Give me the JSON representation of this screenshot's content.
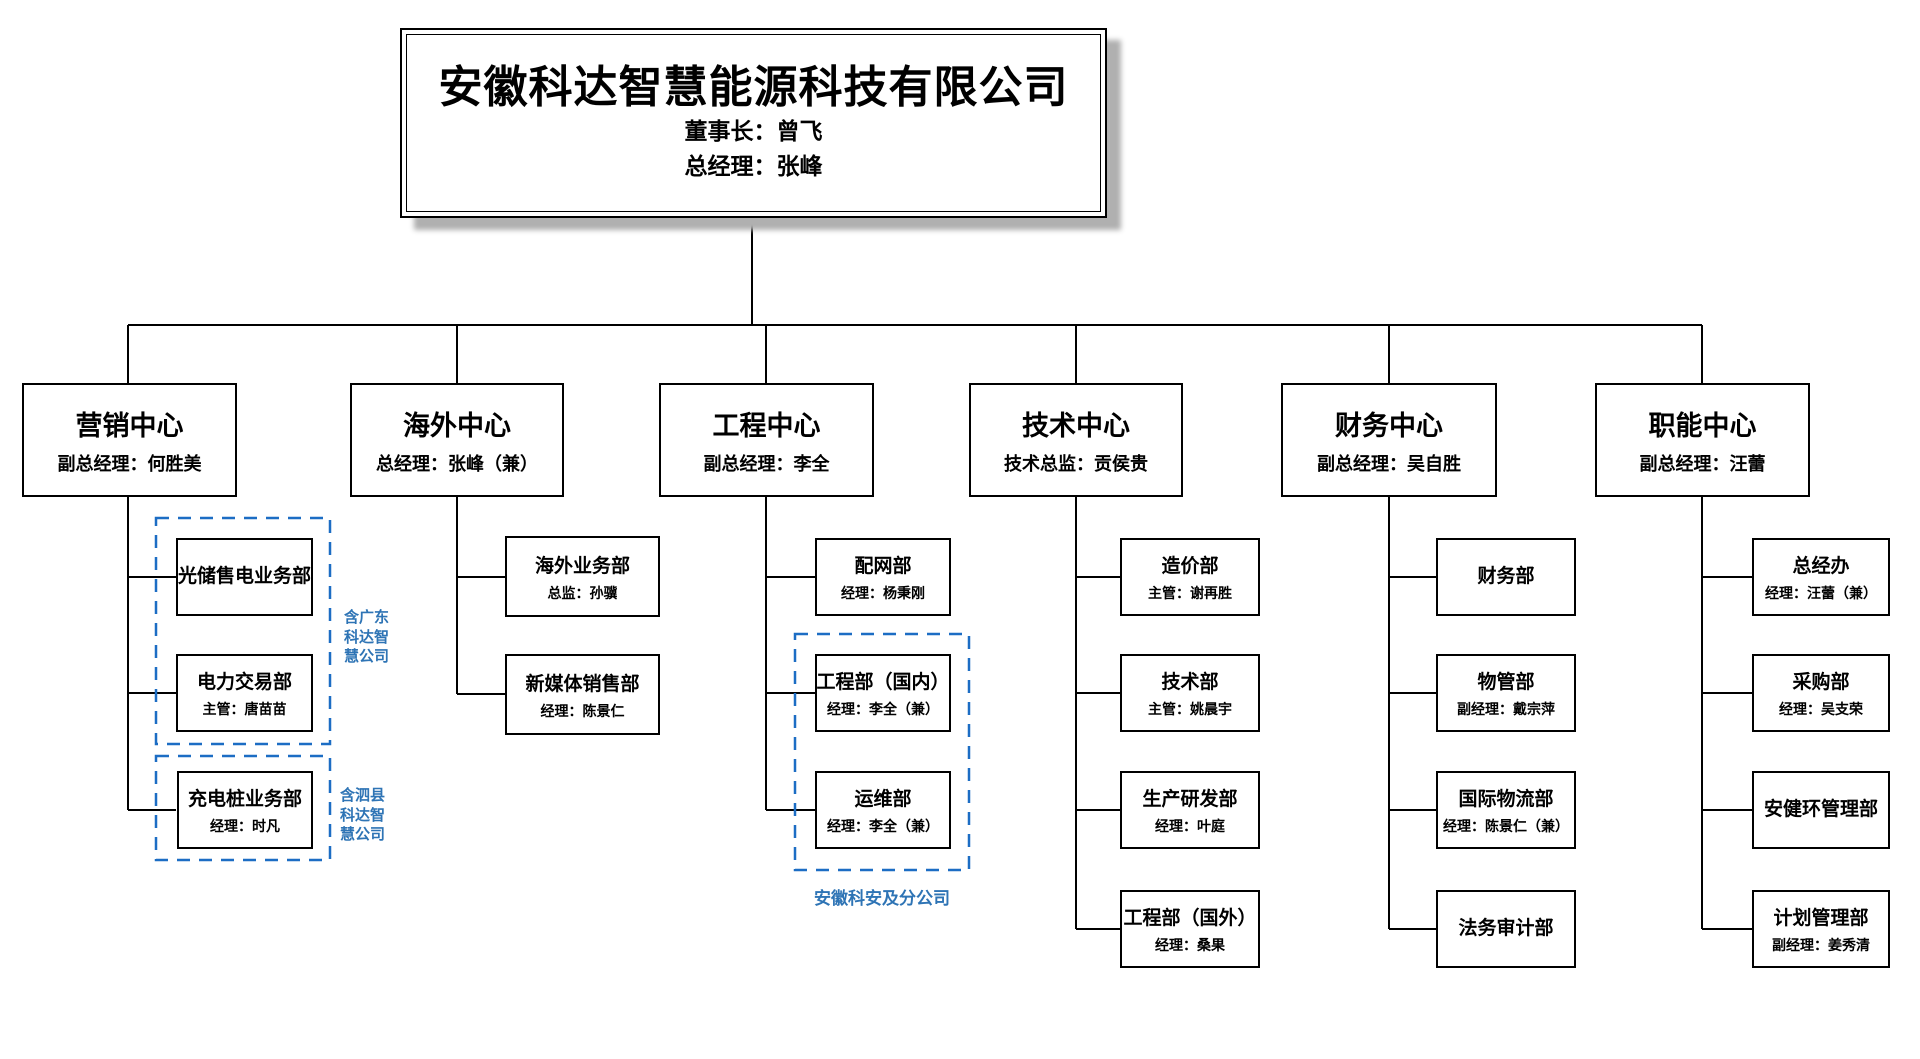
{
  "company": {
    "name": "安徽科达智慧能源科技有限公司",
    "chairman": "董事长：曾飞",
    "general_manager": "总经理：张峰"
  },
  "colors": {
    "line": "#000000",
    "dashed_group": "#1C6DC4",
    "annotation_text": "#2E74B5",
    "shadow": "#b0b0b0"
  },
  "centers": [
    {
      "title": "营销中心",
      "subtitle": "副总经理：何胜美",
      "children": [
        {
          "title": "光储售电业务部",
          "subtitle": ""
        },
        {
          "title": "电力交易部",
          "subtitle": "主管：唐苗苗"
        },
        {
          "title": "充电桩业务部",
          "subtitle": "经理：时凡"
        }
      ]
    },
    {
      "title": "海外中心",
      "subtitle": "总经理：张峰（兼）",
      "children": [
        {
          "title": "海外业务部",
          "subtitle": "总监：孙骥"
        },
        {
          "title": "新媒体销售部",
          "subtitle": "经理：陈景仁"
        }
      ]
    },
    {
      "title": "工程中心",
      "subtitle": "副总经理：李全",
      "children": [
        {
          "title": "配网部",
          "subtitle": "经理：杨秉刚"
        },
        {
          "title": "工程部（国内）",
          "subtitle": "经理：李全（兼）"
        },
        {
          "title": "运维部",
          "subtitle": "经理：李全（兼）"
        }
      ]
    },
    {
      "title": "技术中心",
      "subtitle": "技术总监：贡侯贵",
      "children": [
        {
          "title": "造价部",
          "subtitle": "主管：谢再胜"
        },
        {
          "title": "技术部",
          "subtitle": "主管：姚晨宇"
        },
        {
          "title": "生产研发部",
          "subtitle": "经理：叶庭"
        },
        {
          "title": "工程部（国外）",
          "subtitle": "经理：桑果"
        }
      ]
    },
    {
      "title": "财务中心",
      "subtitle": "副总经理：吴自胜",
      "children": [
        {
          "title": "财务部",
          "subtitle": ""
        },
        {
          "title": "物管部",
          "subtitle": "副经理：戴宗萍"
        },
        {
          "title": "国际物流部",
          "subtitle": "经理：陈景仁（兼）"
        },
        {
          "title": "法务审计部",
          "subtitle": ""
        }
      ]
    },
    {
      "title": "职能中心",
      "subtitle": "副总经理：汪蕾",
      "children": [
        {
          "title": "总经办",
          "subtitle": "经理：汪蕾（兼）"
        },
        {
          "title": "采购部",
          "subtitle": "经理：吴支荣"
        },
        {
          "title": "安健环管理部",
          "subtitle": ""
        },
        {
          "title": "计划管理部",
          "subtitle": "副经理：姜秀清"
        }
      ]
    }
  ],
  "annotations": [
    {
      "text": "含广东科达智慧公司"
    },
    {
      "text": "含泗县科达智慧公司"
    },
    {
      "text": "安徽科安及分公司"
    }
  ]
}
